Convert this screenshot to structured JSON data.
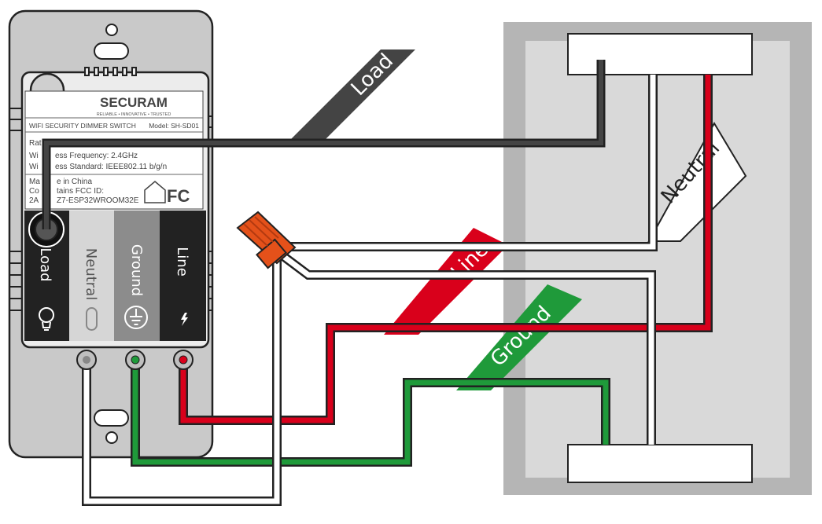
{
  "device": {
    "brand": "SECURAM",
    "tagline": "RELIABLE • INNOVATIVE • TRUSTED",
    "product_line": "WIFI SECURITY DIMMER SWITCH",
    "model": "Model: SH-SD01",
    "rating_partial": "Rat",
    "freq_a": "Wi",
    "freq_b": "ess Frequency: 2.4GHz",
    "std_a": "Wi",
    "std_b": "ess Standard: IEEE802.11 b/g/n",
    "made_a": "Ma",
    "made_b": "e in China",
    "fcc_a": "Co",
    "fcc_b": "tains FCC ID:",
    "fccid_a": "2A",
    "fccid_b": "Z7-ESP32WROOM32E",
    "fc_mark": "FC"
  },
  "terminals": {
    "load": "Load",
    "neutral": "Neutral",
    "ground": "Ground",
    "line": "Line"
  },
  "tags": {
    "load": "Load",
    "neutral": "Neutral",
    "line": "Line",
    "ground": "Ground"
  },
  "colors": {
    "load_wire": "#444444",
    "line_wire": "#d9001b",
    "ground_wire": "#1f9a3a",
    "neutral_wire": "#ffffff",
    "wire_nut": "#e4511a",
    "box_outer": "#b5b5b5",
    "box_inner": "#d9d9d9"
  },
  "icons": [
    "bulb-icon",
    "neutral-oval-icon",
    "ground-symbol-icon",
    "lightning-icon",
    "house-icon",
    "fc-mark"
  ]
}
